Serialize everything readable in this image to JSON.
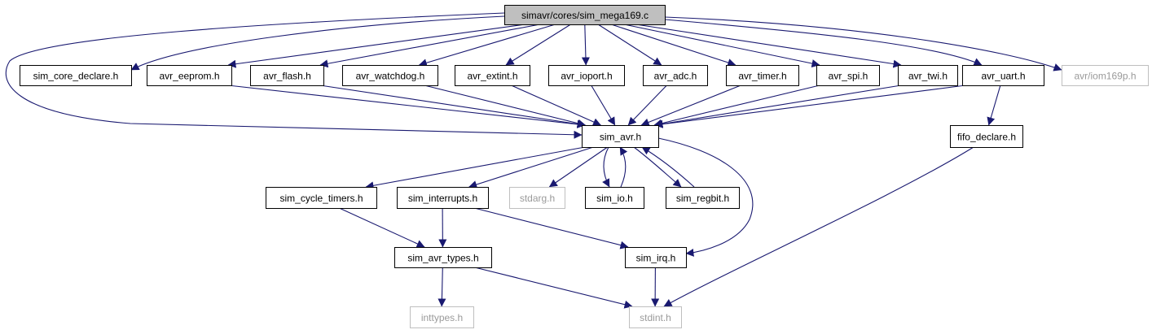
{
  "colors": {
    "edge": "#191970",
    "node_border": "#000000",
    "external_border": "#bfbfbf",
    "external_text": "#9a9a9a",
    "root_fill": "#bfbfbf",
    "node_fill": "#ffffff",
    "text": "#000000"
  },
  "nodes": [
    {
      "id": "sim_mega169_c",
      "label": "simavr/cores/sim_mega169.c",
      "style": "root"
    },
    {
      "id": "sim_core_declare_h",
      "label": "sim_core_declare.h",
      "style": "normal"
    },
    {
      "id": "avr_eeprom_h",
      "label": "avr_eeprom.h",
      "style": "normal"
    },
    {
      "id": "avr_flash_h",
      "label": "avr_flash.h",
      "style": "normal"
    },
    {
      "id": "avr_watchdog_h",
      "label": "avr_watchdog.h",
      "style": "normal"
    },
    {
      "id": "avr_extint_h",
      "label": "avr_extint.h",
      "style": "normal"
    },
    {
      "id": "avr_ioport_h",
      "label": "avr_ioport.h",
      "style": "normal"
    },
    {
      "id": "avr_adc_h",
      "label": "avr_adc.h",
      "style": "normal"
    },
    {
      "id": "avr_timer_h",
      "label": "avr_timer.h",
      "style": "normal"
    },
    {
      "id": "avr_spi_h",
      "label": "avr_spi.h",
      "style": "normal"
    },
    {
      "id": "avr_twi_h",
      "label": "avr_twi.h",
      "style": "normal"
    },
    {
      "id": "avr_uart_h",
      "label": "avr_uart.h",
      "style": "normal"
    },
    {
      "id": "avr_iom169p_h",
      "label": "avr/iom169p.h",
      "style": "external"
    },
    {
      "id": "sim_avr_h",
      "label": "sim_avr.h",
      "style": "normal"
    },
    {
      "id": "fifo_declare_h",
      "label": "fifo_declare.h",
      "style": "normal"
    },
    {
      "id": "sim_cycle_timers_h",
      "label": "sim_cycle_timers.h",
      "style": "normal"
    },
    {
      "id": "sim_interrupts_h",
      "label": "sim_interrupts.h",
      "style": "normal"
    },
    {
      "id": "stdarg_h",
      "label": "stdarg.h",
      "style": "external"
    },
    {
      "id": "sim_io_h",
      "label": "sim_io.h",
      "style": "normal"
    },
    {
      "id": "sim_regbit_h",
      "label": "sim_regbit.h",
      "style": "normal"
    },
    {
      "id": "sim_avr_types_h",
      "label": "sim_avr_types.h",
      "style": "normal"
    },
    {
      "id": "sim_irq_h",
      "label": "sim_irq.h",
      "style": "normal"
    },
    {
      "id": "inttypes_h",
      "label": "inttypes.h",
      "style": "external"
    },
    {
      "id": "stdint_h",
      "label": "stdint.h",
      "style": "external"
    }
  ],
  "edges": [
    {
      "from": "sim_mega169_c",
      "to": "sim_core_declare_h"
    },
    {
      "from": "sim_mega169_c",
      "to": "avr_eeprom_h"
    },
    {
      "from": "sim_mega169_c",
      "to": "avr_flash_h"
    },
    {
      "from": "sim_mega169_c",
      "to": "avr_watchdog_h"
    },
    {
      "from": "sim_mega169_c",
      "to": "avr_extint_h"
    },
    {
      "from": "sim_mega169_c",
      "to": "avr_ioport_h"
    },
    {
      "from": "sim_mega169_c",
      "to": "avr_adc_h"
    },
    {
      "from": "sim_mega169_c",
      "to": "avr_timer_h"
    },
    {
      "from": "sim_mega169_c",
      "to": "avr_spi_h"
    },
    {
      "from": "sim_mega169_c",
      "to": "avr_twi_h"
    },
    {
      "from": "sim_mega169_c",
      "to": "avr_uart_h"
    },
    {
      "from": "sim_mega169_c",
      "to": "avr_iom169p_h"
    },
    {
      "from": "sim_mega169_c",
      "to": "sim_avr_h"
    },
    {
      "from": "avr_eeprom_h",
      "to": "sim_avr_h"
    },
    {
      "from": "avr_flash_h",
      "to": "sim_avr_h"
    },
    {
      "from": "avr_watchdog_h",
      "to": "sim_avr_h"
    },
    {
      "from": "avr_extint_h",
      "to": "sim_avr_h"
    },
    {
      "from": "avr_ioport_h",
      "to": "sim_avr_h"
    },
    {
      "from": "avr_adc_h",
      "to": "sim_avr_h"
    },
    {
      "from": "avr_timer_h",
      "to": "sim_avr_h"
    },
    {
      "from": "avr_spi_h",
      "to": "sim_avr_h"
    },
    {
      "from": "avr_twi_h",
      "to": "sim_avr_h"
    },
    {
      "from": "avr_uart_h",
      "to": "sim_avr_h"
    },
    {
      "from": "avr_uart_h",
      "to": "fifo_declare_h"
    },
    {
      "from": "sim_avr_h",
      "to": "sim_cycle_timers_h"
    },
    {
      "from": "sim_avr_h",
      "to": "sim_interrupts_h"
    },
    {
      "from": "sim_avr_h",
      "to": "stdarg_h"
    },
    {
      "from": "sim_avr_h",
      "to": "sim_io_h"
    },
    {
      "from": "sim_io_h",
      "to": "sim_avr_h"
    },
    {
      "from": "sim_avr_h",
      "to": "sim_regbit_h"
    },
    {
      "from": "sim_regbit_h",
      "to": "sim_avr_h"
    },
    {
      "from": "sim_avr_h",
      "to": "sim_irq_h"
    },
    {
      "from": "fifo_declare_h",
      "to": "stdint_h"
    },
    {
      "from": "sim_cycle_timers_h",
      "to": "sim_avr_types_h"
    },
    {
      "from": "sim_interrupts_h",
      "to": "sim_avr_types_h"
    },
    {
      "from": "sim_interrupts_h",
      "to": "sim_irq_h"
    },
    {
      "from": "sim_avr_types_h",
      "to": "inttypes_h"
    },
    {
      "from": "sim_avr_types_h",
      "to": "stdint_h"
    },
    {
      "from": "sim_irq_h",
      "to": "stdint_h"
    }
  ]
}
